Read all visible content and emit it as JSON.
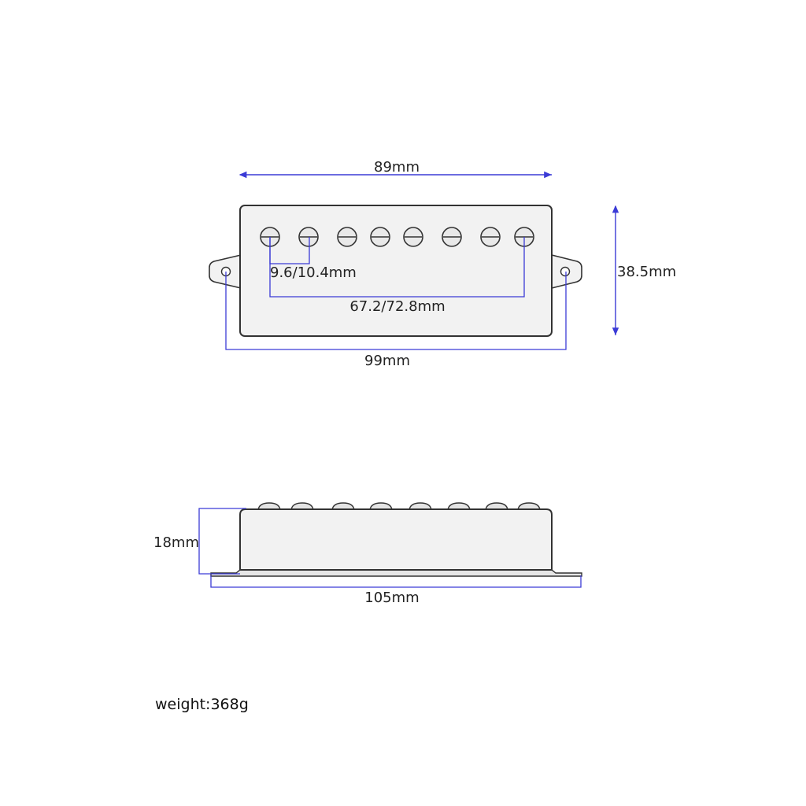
{
  "top_view": {
    "width_label": "89mm",
    "height_label": "38.5mm",
    "pole_spacing_label": "9.6/10.4mm",
    "outer_poles_label": "67.2/72.8mm",
    "mount_holes_label": "99mm",
    "pole_count": 8
  },
  "side_view": {
    "height_label": "18mm",
    "length_label": "105mm",
    "pole_count": 8
  },
  "weight_label": "weight:368g",
  "colors": {
    "dimension": "#3b3bd6",
    "outline": "#333333",
    "fill": "#f2f2f2",
    "background": "#ffffff"
  }
}
